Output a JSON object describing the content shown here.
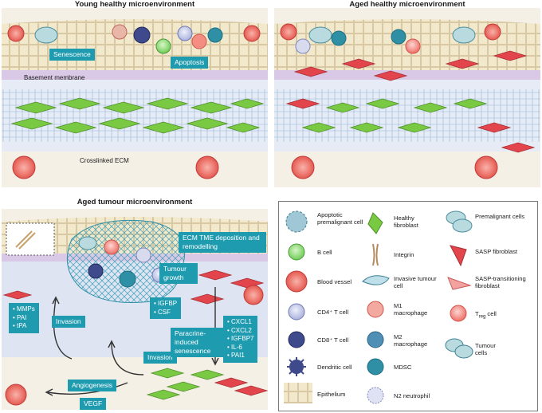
{
  "panels": {
    "young": {
      "title": "Young healthy microenvironment",
      "senescence": "Senescence",
      "apoptosis": "Apoptosis",
      "basement": "Basement membrane",
      "ecm": "Crosslinked ECM"
    },
    "aged": {
      "title": "Aged healthy microenvironment"
    },
    "tumour": {
      "title": "Aged tumour microenvironment",
      "ecm_tme": "ECM TME deposition and remodelling",
      "tumour_growth": "Tumour growth",
      "invasion_a": "Invasion",
      "invasion_b": "Invasion",
      "paracrine": "Paracrine-induced senescence",
      "angiogenesis": "Angiogenesis",
      "vegf": "VEGF",
      "list_left": [
        "MMPs",
        "PAI",
        "tPA"
      ],
      "list_mid": [
        "IGFBP",
        "CSF"
      ],
      "list_right": [
        "CXCL1",
        "CXCL2",
        "IGFBP7",
        "IL-6",
        "PAI1"
      ]
    }
  },
  "legend": [
    {
      "label": "Apoptotic premalignant cell",
      "icon": "apoptotic-premalignant-cell-icon"
    },
    {
      "label": "Healthy fibroblast",
      "icon": "healthy-fibroblast-icon"
    },
    {
      "label": "Premalignant cells",
      "icon": "premalignant-cells-icon"
    },
    {
      "label": "B cell",
      "icon": "b-cell-icon"
    },
    {
      "label": "Integrin",
      "icon": "integrin-icon"
    },
    {
      "label": "SASP fibroblast",
      "icon": "sasp-fibroblast-icon"
    },
    {
      "label": "Blood vessel",
      "icon": "blood-vessel-icon"
    },
    {
      "label": "Invasive tumour cell",
      "icon": "invasive-tumour-cell-icon"
    },
    {
      "label": "SASP-transitioning fibroblast",
      "icon": "sasp-transitioning-fibroblast-icon"
    },
    {
      "label": "CD4⁺ T cell",
      "icon": "cd4-t-cell-icon"
    },
    {
      "label": "M1 macrophage",
      "icon": "m1-macrophage-icon"
    },
    {
      "label": "T",
      "sub": "reg",
      "suffix": " cell",
      "icon": "treg-cell-icon"
    },
    {
      "label": "CD8⁺ T cell",
      "icon": "cd8-t-cell-icon"
    },
    {
      "label": "M2 macrophage",
      "icon": "m2-macrophage-icon"
    },
    {
      "label": "Tumour cells",
      "icon": "tumour-cells-icon"
    },
    {
      "label": "Dendritic cell",
      "icon": "dendritic-cell-icon"
    },
    {
      "label": "MDSC",
      "icon": "mdsc-icon"
    },
    {
      "label": "Epithelium",
      "icon": "epithelium-icon"
    },
    {
      "label": "N2 neutrophil",
      "icon": "n2-neutrophil-icon"
    }
  ],
  "colors": {
    "tag": "#1f9bb0",
    "fibroblast_green": "#7ac943",
    "sasp_red": "#e2454b",
    "epithelium": "#f1e6c8",
    "stroma": "#c9d1e8"
  }
}
